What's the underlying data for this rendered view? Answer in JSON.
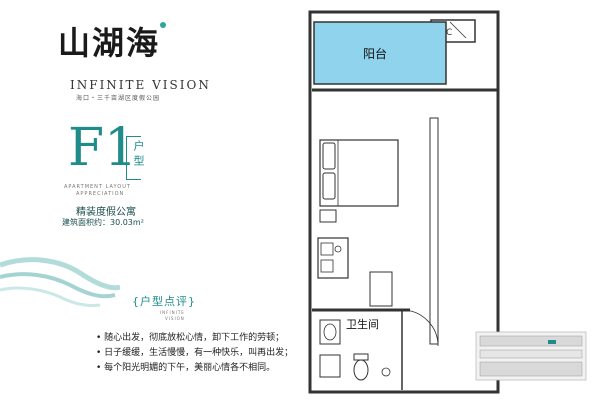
{
  "brand": {
    "name_cn": "山湖海",
    "name_en": "INFINITE VISION",
    "subtitle": "海口・三千亩湖区度假公园"
  },
  "unit": {
    "code": "F1",
    "type_label": "户型",
    "en_line1": "APARTMENT LAYOUT",
    "en_line2": "APPRECIATION",
    "name": "精装度假公寓",
    "area": "建筑面积约：30.03m²"
  },
  "review": {
    "title": "{户型点评}",
    "en_line1": "INFINITE",
    "en_line2": "VISION",
    "points": [
      "随心出发，彻底放松心情，卸下工作的劳顿；",
      "日子缓缓，生活慢慢，有一种快乐，叫再出发；",
      "每个阳光明媚的下午，美丽心情各不相同。"
    ]
  },
  "plan": {
    "balcony_label": "阳台",
    "bathroom_label": "卫生间",
    "ac_label": "A C"
  },
  "colors": {
    "accent": "#1f8c89",
    "balcony_fill": "#8fd3ec",
    "wall": "#333333"
  }
}
